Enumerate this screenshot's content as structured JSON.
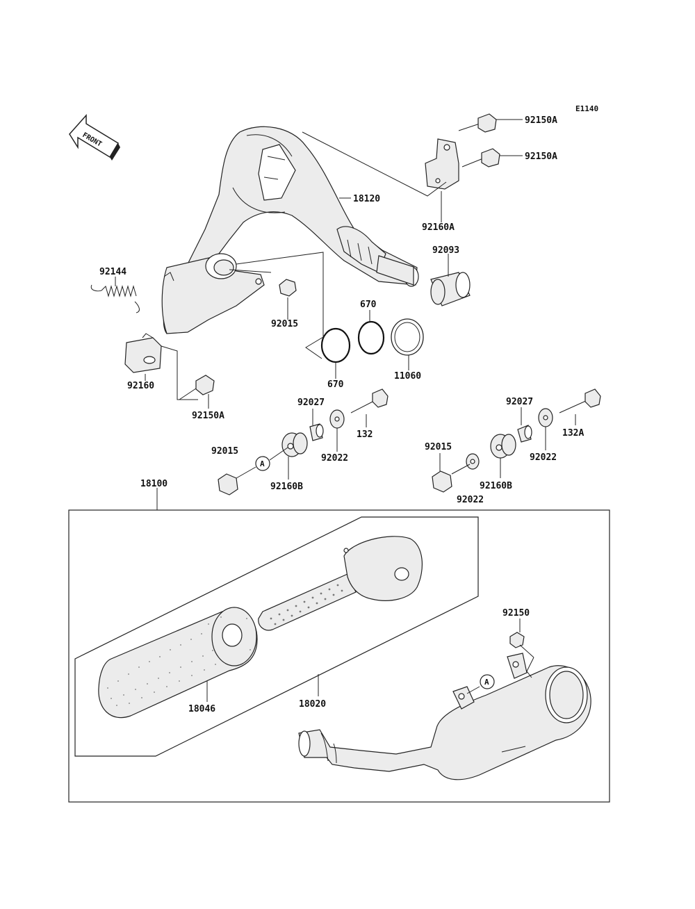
{
  "diagram_code": "E1140",
  "front_label": "FRONT",
  "callout_A": "A",
  "labels": {
    "p92150A_top": "92150A",
    "p92150A_mid": "92150A",
    "p18120": "18120",
    "p92160A": "92160A",
    "p92093": "92093",
    "p92144": "92144",
    "p92015_top": "92015",
    "p670_top": "670",
    "p670_bottom": "670",
    "p11060": "11060",
    "p92160": "92160",
    "p92150A_low": "92150A",
    "p92027_left": "92027",
    "p132": "132",
    "p92022_left": "92022",
    "p92015_left": "92015",
    "p92160B_left": "92160B",
    "p92027_right": "92027",
    "p132A": "132A",
    "p92015_right": "92015",
    "p92022_right": "92022",
    "p92160B_right": "92160B",
    "p92022_bottom": "92022",
    "p18100": "18100",
    "p92150": "92150",
    "p18046": "18046",
    "p18020": "18020"
  }
}
